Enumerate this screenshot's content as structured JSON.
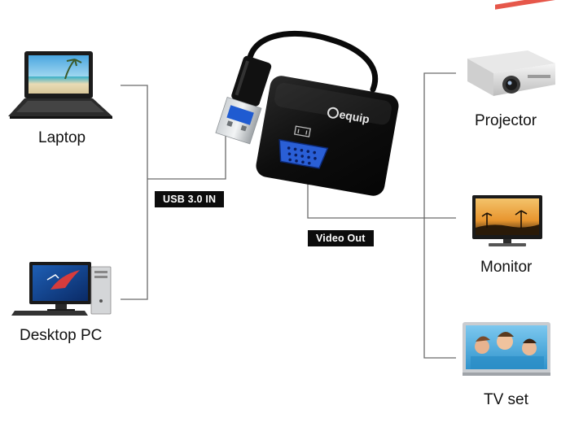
{
  "devices": {
    "laptop": "Laptop",
    "desktop": "Desktop PC",
    "projector": "Projector",
    "monitor": "Monitor",
    "tv": "TV set"
  },
  "tags": {
    "usb_in": "USB 3.0 IN",
    "video_out": "Video Out"
  },
  "adapter": {
    "brand": "equip"
  }
}
